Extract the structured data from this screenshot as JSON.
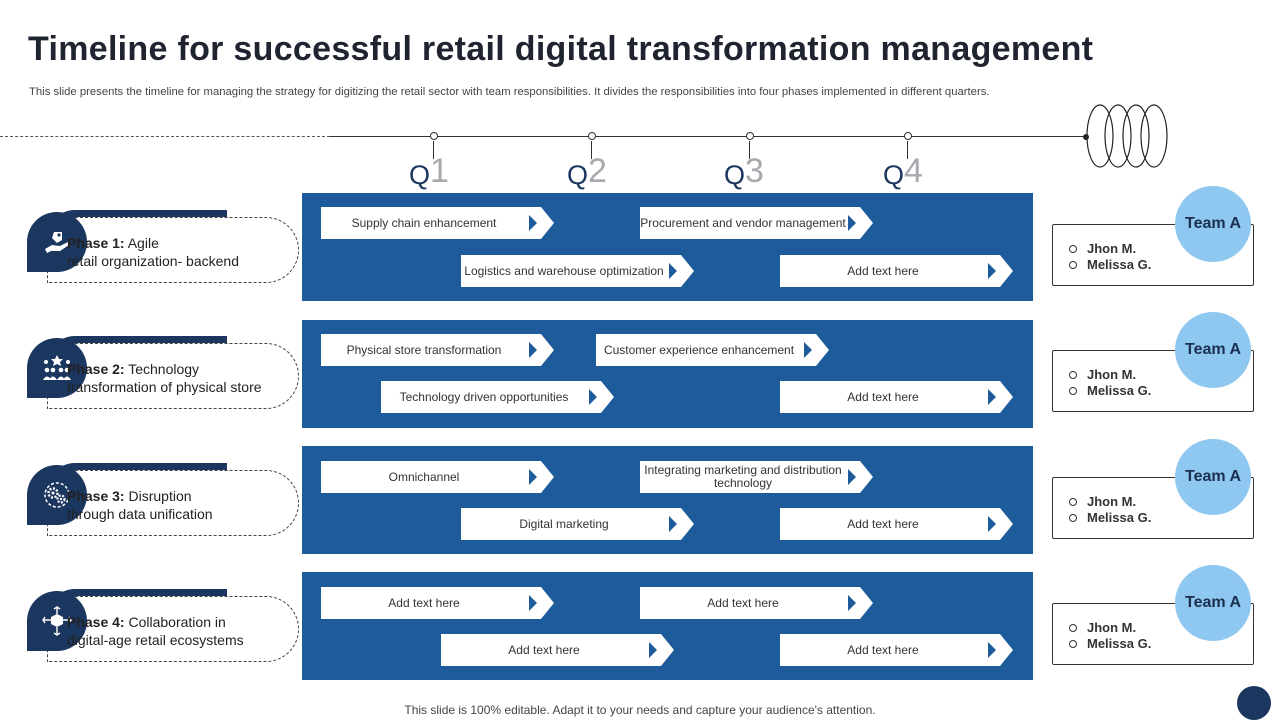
{
  "title": "Timeline for successful retail digital transformation management",
  "subtitle": "This slide presents the timeline for managing the strategy for digitizing the retail sector with team responsibilities. It divides the responsibilities into four phases implemented in different quarters.",
  "timeline": {
    "quarters": [
      {
        "q": "Q",
        "n": "1"
      },
      {
        "q": "Q",
        "n": "2"
      },
      {
        "q": "Q",
        "n": "3"
      },
      {
        "q": "Q",
        "n": "4"
      }
    ]
  },
  "phases": [
    {
      "label": "Phase 1:",
      "line1": "Agile",
      "line2": "retail organization- backend",
      "icon": "hand-tag-icon",
      "tasks": [
        "Supply chain enhancement",
        "Procurement and vendor management",
        "Logistics and warehouse optimization",
        "Add text here"
      ],
      "team": {
        "name": "Team A",
        "members": [
          "Jhon M.",
          "Melissa G."
        ]
      }
    },
    {
      "label": "Phase 2:",
      "line1": "Technology",
      "line2": "transformation of physical store",
      "icon": "store-crowd-icon",
      "tasks": [
        "Physical store transformation",
        "Customer experience enhancement",
        "Technology driven opportunities",
        "Add text here"
      ],
      "team": {
        "name": "Team A",
        "members": [
          "Jhon M.",
          "Melissa G."
        ]
      }
    },
    {
      "label": "Phase 3:",
      "line1": "Disruption",
      "line2": "through data unification",
      "icon": "gears-icon",
      "tasks": [
        "Omnichannel",
        "Integrating marketing and distribution technology",
        "Digital marketing",
        "Add text here"
      ],
      "team": {
        "name": "Team A",
        "members": [
          "Jhon M.",
          "Melissa G."
        ]
      }
    },
    {
      "label": "Phase 4:",
      "line1": "Collaboration in",
      "line2": "digital-age retail ecosystems",
      "icon": "cube-network-icon",
      "tasks": [
        "Add text here",
        "Add text here",
        "Add text here",
        "Add text here"
      ],
      "team": {
        "name": "Team A",
        "members": [
          "Jhon M.",
          "Melissa G."
        ]
      }
    }
  ],
  "footer": "This slide is 100% editable. Adapt it to your needs and capture your audience's attention.",
  "colors": {
    "navy": "#1b365f",
    "band": "#1d5b9a",
    "team_circle": "#8ec7ef"
  }
}
